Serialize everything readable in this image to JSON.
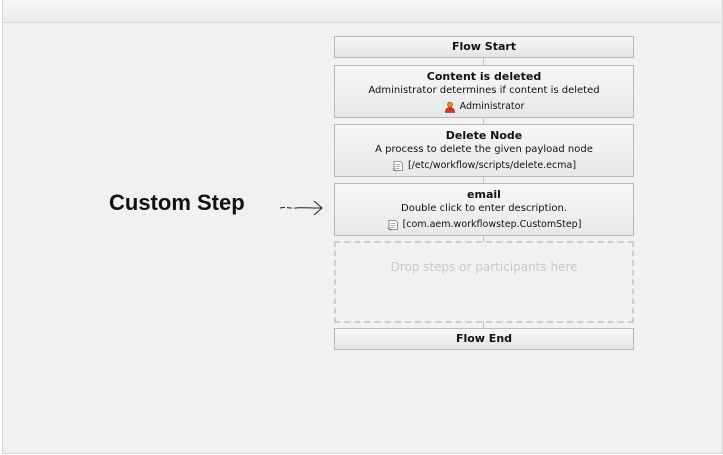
{
  "workflow": {
    "flow_start": "Flow Start",
    "flow_end": "Flow End",
    "steps": [
      {
        "title": "Content is deleted",
        "description": "Administrator determines if content is deleted",
        "meta": "Administrator",
        "icon": "user-icon"
      },
      {
        "title": "Delete Node",
        "description": "A process to delete the given payload node",
        "meta": "[/etc/workflow/scripts/delete.ecma]",
        "icon": "script-icon"
      },
      {
        "title": "email",
        "description": "Double click to enter description.",
        "meta": "[com.aem.workflowstep.CustomStep]",
        "icon": "script-icon"
      }
    ],
    "drop_zone_text": "Drop steps or participants here"
  },
  "annotation": {
    "label": "Custom Step",
    "icon": "arrow-right-icon"
  },
  "colors": {
    "canvas": "#f1f1f1",
    "node_border": "#b9b9b9",
    "drop_zone_border": "#cfcfcf",
    "drop_zone_text": "#c9c9c9"
  }
}
